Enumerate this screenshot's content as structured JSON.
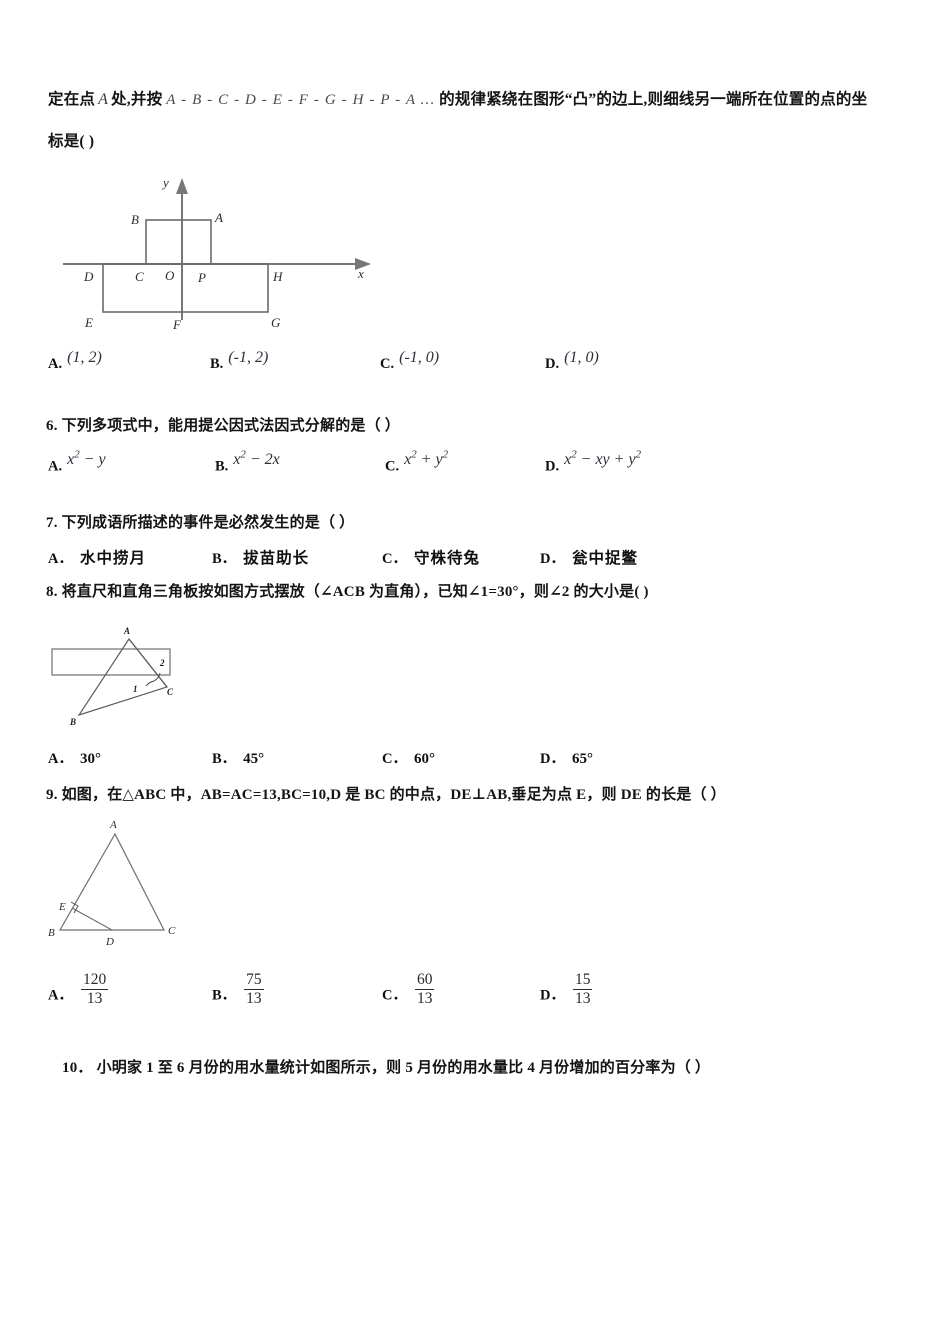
{
  "document": {
    "type": "math-exam-page",
    "language": "zh-CN"
  },
  "q5_tail": {
    "lead": "定在点",
    "point": "A",
    "mid": "处,并按",
    "sequence": "A - B - C - D - E - F - G -  H - P - A …",
    "rule": "的规律紧绕在图形“凸”的边上,则细线另一端所在位置的点的坐",
    "line2": "标是(  )",
    "figure": {
      "name": "coordinate-convex-shape",
      "axis_x_label": "x",
      "axis_y_label": "y",
      "origin_label": "O",
      "vertices": [
        "A",
        "B",
        "C",
        "D",
        "E",
        "F",
        "G",
        "H",
        "P"
      ]
    },
    "options": [
      {
        "label": "A.",
        "value": "(1, 2)"
      },
      {
        "label": "B.",
        "value": "(-1, 2)"
      },
      {
        "label": "C.",
        "value": "(-1, 0)"
      },
      {
        "label": "D.",
        "value": "(1, 0)"
      }
    ]
  },
  "q6": {
    "number": "6.",
    "text": "下列多项式中，能用提公因式法因式分解的是（   ）",
    "options": [
      {
        "label": "A.",
        "base1": "x",
        "sup1": "2",
        "rest": " − y"
      },
      {
        "label": "B.",
        "base1": "x",
        "sup1": "2",
        "rest": " − 2x"
      },
      {
        "label": "C.",
        "base1": "x",
        "sup1": "2",
        "rest": " + y",
        "sup2": "2"
      },
      {
        "label": "D.",
        "base1": "x",
        "sup1": "2",
        "rest": " − xy + y",
        "sup2": "2"
      }
    ]
  },
  "q7": {
    "number": "7.",
    "text": "下列成语所描述的事件是必然发生的是（    ）",
    "options": [
      {
        "label": "A．",
        "value": "水中捞月"
      },
      {
        "label": "B．",
        "value": "拔苗助长"
      },
      {
        "label": "C．",
        "value": "守株待兔"
      },
      {
        "label": "D．",
        "value": "瓮中捉鳖"
      }
    ]
  },
  "q8": {
    "number": "8.",
    "text": "将直尺和直角三角板按如图方式摆放（∠ACB 为直角），已知∠1=30°，则∠2 的大小是(  )",
    "figure": {
      "name": "ruler-and-right-triangle",
      "labels": [
        "A",
        "B",
        "C",
        "1",
        "2"
      ]
    },
    "options": [
      {
        "label": "A．",
        "value": "30°"
      },
      {
        "label": "B．",
        "value": "45°"
      },
      {
        "label": "C．",
        "value": "60°"
      },
      {
        "label": "D．",
        "value": "65°"
      }
    ]
  },
  "q9": {
    "number": "9.",
    "text": "如图，在△ABC 中，AB=AC=13,BC=10,D 是 BC 的中点，DE⊥AB,垂足为点 E，则 DE 的长是（    ）",
    "figure": {
      "name": "isosceles-triangle-abc",
      "labels": [
        "A",
        "B",
        "C",
        "D",
        "E"
      ]
    },
    "options": [
      {
        "label": "A．",
        "numerator": "120",
        "denominator": "13"
      },
      {
        "label": "B．",
        "numerator": "75",
        "denominator": "13"
      },
      {
        "label": "C．",
        "numerator": "60",
        "denominator": "13"
      },
      {
        "label": "D．",
        "numerator": "15",
        "denominator": "13"
      }
    ]
  },
  "q10": {
    "number": "10．",
    "text": "小明家 1 至 6 月份的用水量统计如图所示，则 5 月份的用水量比 4 月份增加的百分率为（        ）"
  },
  "colors": {
    "text": "#141414",
    "math": "#2d2f3a",
    "figure_line": "#6a6a6a",
    "figure_label": "#2b2b2b",
    "background": "#ffffff"
  }
}
